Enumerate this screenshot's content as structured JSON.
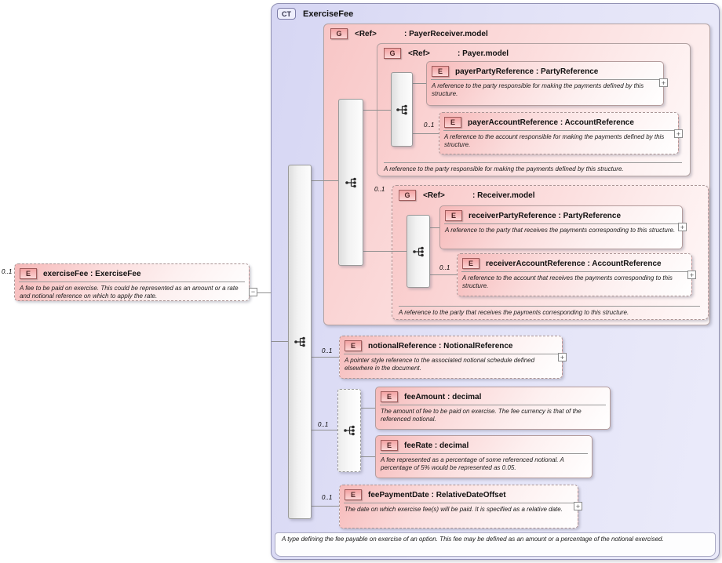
{
  "icons": {
    "ct_badge": "CT",
    "element_badge": "E",
    "group_badge": "G",
    "expand": "+",
    "collapse": "−"
  },
  "root_element": {
    "cardinality": "0..1",
    "label": "exerciseFee : ExerciseFee",
    "doc": "A fee to be paid on exercise. This could be represented as an amount or a rate and notional reference on which to apply the rate."
  },
  "complex_type": {
    "title": "ExerciseFee",
    "doc": "A type defining the fee payable on exercise of an option. This fee may be defined as an amount or a percentage of the notional exercised."
  },
  "groups": {
    "payer_receiver": {
      "name": "<Ref>",
      "type": ": PayerReceiver.model"
    },
    "payer": {
      "name": "<Ref>",
      "type": ": Payer.model",
      "doc": "A reference to the party responsible for making the payments defined by this structure."
    },
    "receiver": {
      "cardinality": "0..1",
      "name": "<Ref>",
      "type": ": Receiver.model",
      "doc": "A reference to the party that receives the payments corresponding to this structure."
    }
  },
  "elements": {
    "payer_party_reference": {
      "label": "payerPartyReference : PartyReference",
      "doc": "A reference to the party responsible for making the payments defined by this structure."
    },
    "payer_account_reference": {
      "cardinality": "0..1",
      "label": "payerAccountReference : AccountReference",
      "doc": "A reference to the account responsible for making the payments defined by this structure."
    },
    "receiver_party_reference": {
      "label": "receiverPartyReference : PartyReference",
      "doc": "A reference to the party that receives the payments corresponding to this structure."
    },
    "receiver_account_reference": {
      "cardinality": "0..1",
      "label": "receiverAccountReference : AccountReference",
      "doc": "A reference to the account that receives the payments corresponding to this structure."
    },
    "notional_reference": {
      "cardinality": "0..1",
      "label": "notionalReference : NotionalReference",
      "doc": "A pointer style reference to the associated notional schedule defined elsewhere in the document."
    },
    "fee_amount": {
      "label": "feeAmount : decimal",
      "doc": "The amount of fee to be paid on exercise. The fee currency is that of the referenced notional."
    },
    "fee_rate": {
      "label": "feeRate : decimal",
      "doc": "A fee represented as a percentage of some referenced notional. A percentage of 5% would be represented as 0.05."
    },
    "fee_payment_date": {
      "cardinality": "0..1",
      "label": "feePaymentDate : RelativeDateOffset",
      "doc": "The date on which exercise fee(s) will be paid. It is specified as a relative date."
    }
  },
  "fee_choice": {
    "cardinality": "0..1"
  }
}
